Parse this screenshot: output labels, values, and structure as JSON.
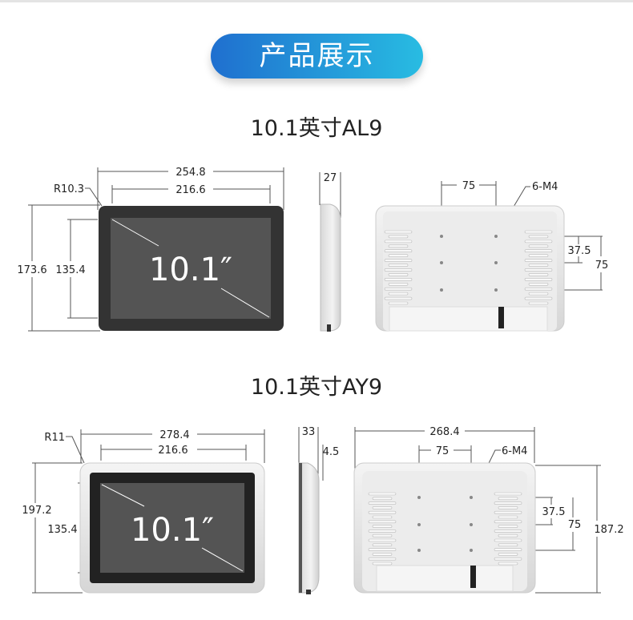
{
  "header": {
    "title": "产品展示"
  },
  "colors": {
    "pill_start": "#1f6fcf",
    "pill_end": "#28bce2",
    "bezel": "#333333",
    "screen": "#555555",
    "housing": "#e6e6e6"
  },
  "models": [
    {
      "title": "10.1英寸AL9",
      "screen_label": "10.1″",
      "front": {
        "overall_width": "254.8",
        "screen_width": "216.6",
        "overall_height": "173.6",
        "screen_height": "135.4",
        "corner_radius": "R10.3"
      },
      "side": {
        "depth": "27"
      },
      "back": {
        "hole_spacing_h": "75",
        "hole_label": "6-M4",
        "hole_spacing_v_half": "37.5",
        "hole_spacing_v": "75"
      }
    },
    {
      "title": "10.1英寸AY9",
      "screen_label": "10.1″",
      "front": {
        "overall_width": "278.4",
        "screen_width": "216.6",
        "overall_height": "197.2",
        "screen_height": "135.4",
        "corner_radius": "R11"
      },
      "side": {
        "depth": "33",
        "bezel_depth": "4.5"
      },
      "back": {
        "overall_width": "268.4",
        "hole_spacing_h": "75",
        "hole_label": "6-M4",
        "hole_spacing_v_half": "37.5",
        "hole_spacing_v": "75",
        "overall_height": "187.2"
      }
    }
  ]
}
